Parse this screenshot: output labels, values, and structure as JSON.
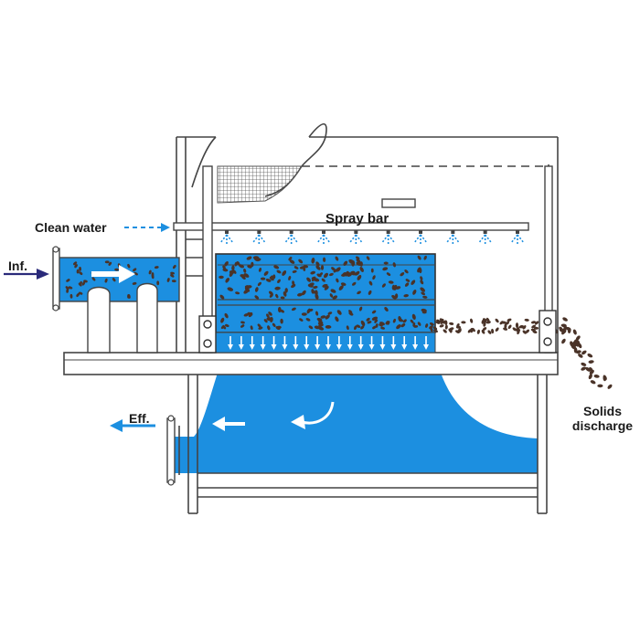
{
  "labels": {
    "clean_water": "Clean water",
    "spray_bar": "Spray bar",
    "influent": "Inf.",
    "effluent": "Eff.",
    "solids_line1": "Solids",
    "solids_line2": "discharge"
  },
  "colors": {
    "water": "#1c8fe0",
    "frame": "#444444",
    "arrow_dark": "#2a2a7a",
    "arrow_light": "#1c8fe0",
    "solids": "#4a3328",
    "mesh": "#666666"
  },
  "spray_nozzle_count": 10,
  "drain_arrow_count": 19
}
